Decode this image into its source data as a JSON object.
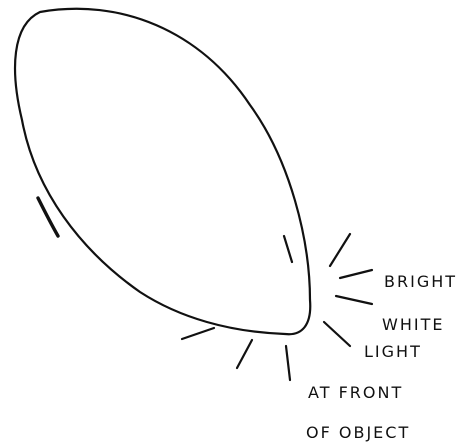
{
  "annotation": {
    "lines": [
      "BRIGHT",
      "WHITE",
      "LIGHT",
      "AT FRONT",
      "OF OBJECT"
    ]
  },
  "colors": {
    "ink": "#111111",
    "paper": "#ffffff"
  }
}
